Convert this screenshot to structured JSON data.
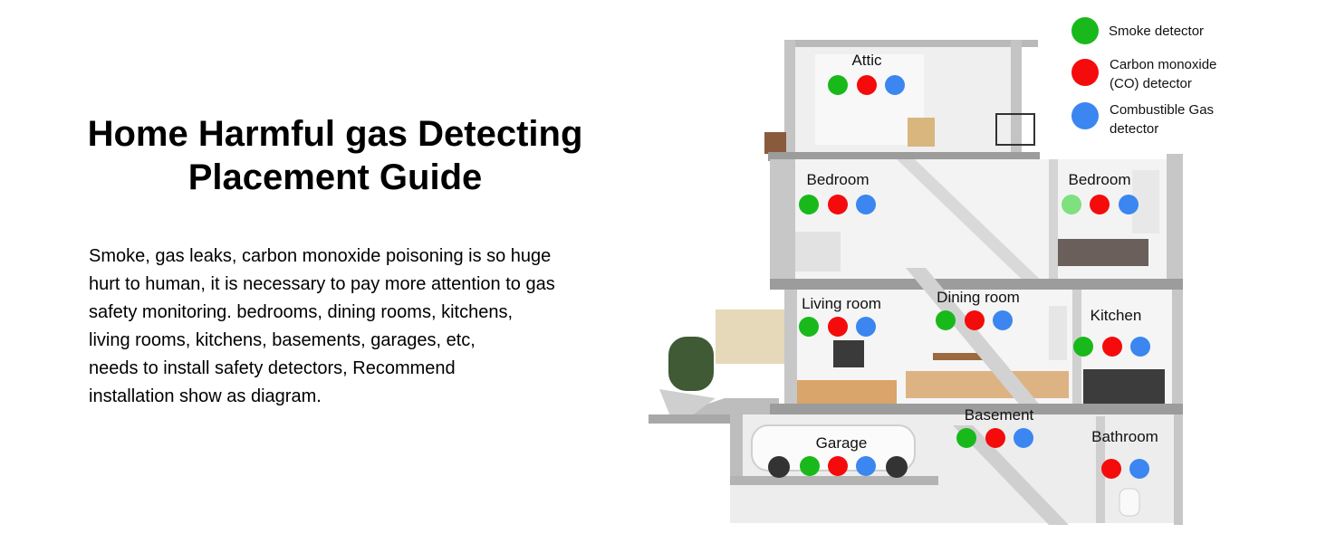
{
  "title_line1": "Home Harmful gas Detecting",
  "title_line2": "Placement Guide",
  "description": "Smoke, gas leaks, carbon monoxide poisoning is so huge\nhurt to human, it is necessary to pay more attention to gas\nsafety monitoring. bedrooms, dining rooms, kitchens,\nliving rooms, kitchens, basements, garages, etc,\nneeds to install safety detectors, Recommend\ninstallation show as diagram.",
  "legend": {
    "smoke_label": "Smoke detector",
    "co_label_line1": "Carbon monoxide",
    "co_label_line2": "(CO) detector",
    "gas_label_line1": "Combustible Gas",
    "gas_label_line2": "detector"
  },
  "colors": {
    "smoke": "#19b91b",
    "co": "#f50b0b",
    "gas": "#3b86f0",
    "smoke_light": "#7ee07f"
  },
  "rooms": {
    "attic": "Attic",
    "bedroom_left": "Bedroom",
    "bedroom_right": "Bedroom",
    "living_room": "Living room",
    "dining_room": "Dining room",
    "kitchen": "Kitchen",
    "basement": "Basement",
    "garage": "Garage",
    "bathroom": "Bathroom"
  }
}
